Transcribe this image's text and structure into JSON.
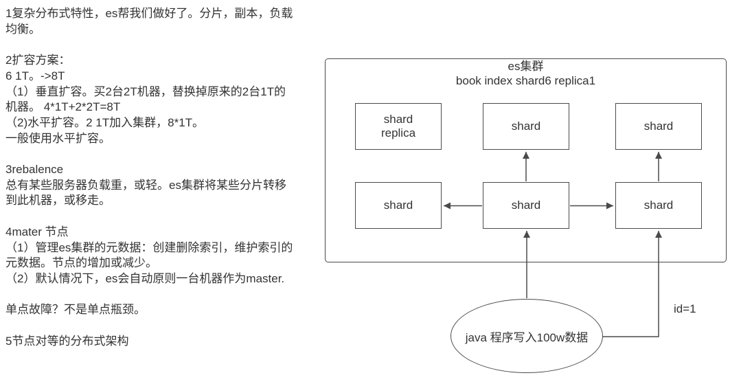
{
  "notes": {
    "lines": [
      "1复杂分布式特性，es帮我们做好了。分片，副本，负载",
      "均衡。",
      "",
      "2扩容方案：",
      "6 1T。->8T",
      "（1）垂直扩容。买2台2T机器，替换掉原来的2台1T的",
      "机器。 4*1T+2*2T=8T",
      "（2)水平扩容。2 1T加入集群，8*1T。",
      "一般使用水平扩容。",
      "",
      "3rebalence",
      "总有某些服务器负载重，或轻。es集群将某些分片转移",
      "到此机器，或移走。",
      "",
      "4mater 节点",
      "（1）管理es集群的元数据：创建删除索引，维护索引的",
      "元数据。节点的增加或减少。",
      "（2）默认情况下，es会自动原则一台机器作为master.",
      "",
      "单点故障？不是单点瓶颈。",
      "",
      "5节点对等的分布式架构"
    ]
  },
  "diagram": {
    "cluster_title_line1": "es集群",
    "cluster_title_line2": "book index shard6 replica1",
    "nodes": {
      "top_left": [
        "shard",
        "replica"
      ],
      "top_mid": "shard",
      "top_right": "shard",
      "bottom_left": "shard",
      "bottom_mid": "shard",
      "bottom_right": "shard"
    },
    "source_label": "java 程序写入100w数据",
    "id_annotation": "id=1"
  },
  "colors": {
    "background": "#ffffff",
    "stroke": "#4a4a4a",
    "text": "#333333"
  }
}
